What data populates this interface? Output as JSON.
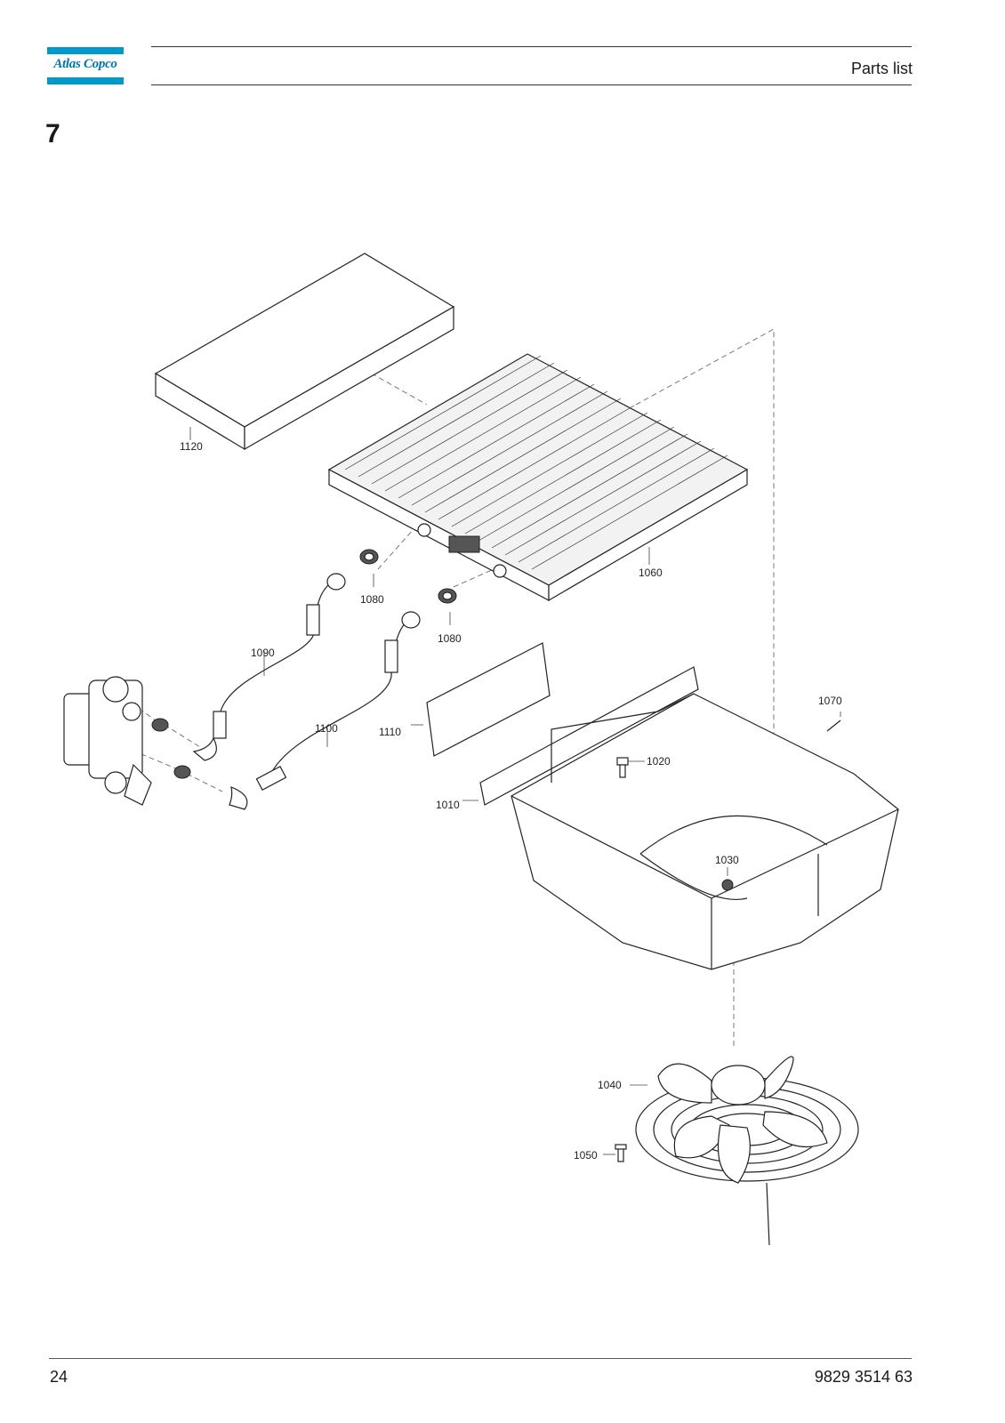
{
  "header": {
    "logo_text": "Atlas Copco",
    "section_title": "Parts list"
  },
  "chapter": "7",
  "callouts": {
    "c1120": "1120",
    "c1060": "1060",
    "c1080a": "1080",
    "c1080b": "1080",
    "c1090": "1090",
    "c1100": "1100",
    "c1110": "1110",
    "c1010": "1010",
    "c1020": "1020",
    "c1030": "1030",
    "c1070": "1070",
    "c1040": "1040",
    "c1050": "1050"
  },
  "footer": {
    "page_number": "24",
    "document_number": "9829 3514 63"
  }
}
